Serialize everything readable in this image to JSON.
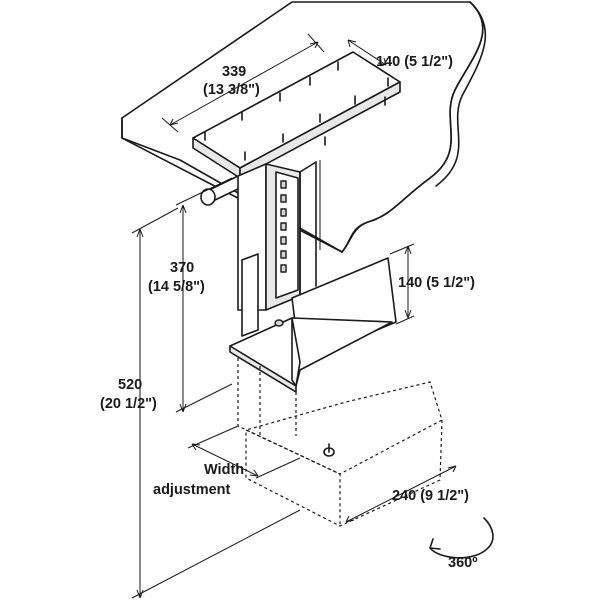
{
  "dimensions": {
    "top_width": {
      "metric": "339",
      "imperial": "(13 3/8\")"
    },
    "top_depth": {
      "metric": "140 (5 1/2\")"
    },
    "column_height": {
      "metric": "370",
      "imperial": "(14 5/8\")"
    },
    "side_height": {
      "metric": "140 (5 1/2\")"
    },
    "total_height": {
      "metric": "520",
      "imperial": "(20 1/2\")"
    },
    "base_depth": {
      "metric": "240 (9 1/2\")"
    }
  },
  "labels": {
    "width_adjustment_line1": "Width",
    "width_adjustment_line2": "adjustment",
    "rotation": "360º"
  }
}
